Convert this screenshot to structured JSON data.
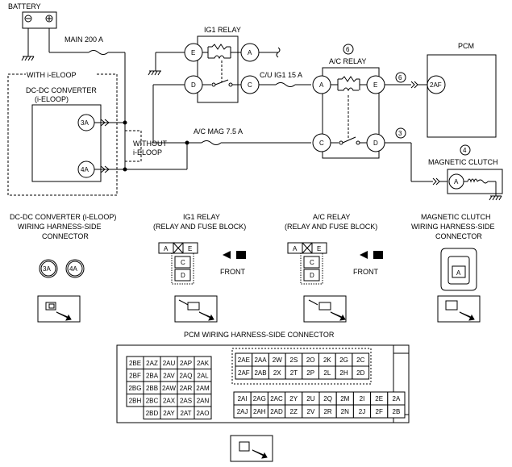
{
  "wiring": {
    "battery": "BATTERY",
    "fuse_main": "MAIN 200 A",
    "with_ieloop": "WITH i-ELOOP",
    "dcdc_line1": "DC-DC CONVERTER",
    "dcdc_line2": "(i-ELOOP)",
    "term_3a": "3A",
    "term_4a": "4A",
    "without_line1": "WITHOUT",
    "without_line2": "i-ELOOP",
    "ig1_relay": "IG1 RELAY",
    "fuse_cu_ig1": "C/U IG1 15 A",
    "fuse_ac_mag": "A/C MAG 7.5 A",
    "ac_relay": "A/C RELAY",
    "pcm": "PCM",
    "pcm_term": "2AF",
    "magnetic_clutch": "MAGNETIC CLUTCH",
    "circle_6_top": "6",
    "circle_6_right": "6",
    "circle_3": "3",
    "circle_4": "4",
    "pin_E": "E",
    "pin_A": "A",
    "pin_D": "D",
    "pin_C": "C"
  },
  "connectors": {
    "dcdc": {
      "line1": "DC-DC CONVERTER (i-ELOOP)",
      "line2": "WIRING HARNESS-SIDE",
      "line3": "CONNECTOR",
      "pins": [
        "3A",
        "4A"
      ]
    },
    "ig1": {
      "line1": "IG1 RELAY",
      "line2": "(RELAY AND FUSE BLOCK)",
      "front": "FRONT",
      "pins": [
        "A",
        "E",
        "C",
        "D"
      ]
    },
    "acrelay": {
      "line1": "A/C RELAY",
      "line2": "(RELAY AND FUSE BLOCK)",
      "front": "FRONT",
      "pins": [
        "A",
        "E",
        "C",
        "D"
      ]
    },
    "clutch": {
      "line1": "MAGNETIC CLUTCH",
      "line2": "WIRING HARNESS-SIDE",
      "line3": "CONNECTOR",
      "pin": "A"
    }
  },
  "pcm_connector": {
    "title": "PCM WIRING HARNESS-SIDE CONNECTOR",
    "left_rows": [
      [
        "2BE",
        "2AZ",
        "2AU",
        "2AP",
        "2AK"
      ],
      [
        "2BF",
        "2BA",
        "2AV",
        "2AQ",
        "2AL"
      ],
      [
        "2BG",
        "2BB",
        "2AW",
        "2AR",
        "2AM"
      ],
      [
        "2BH",
        "2BC",
        "2AX",
        "2AS",
        "2AN"
      ],
      [
        "",
        "2BD",
        "2AY",
        "2AT",
        "2AO"
      ]
    ],
    "top_right_rows": [
      [
        "2AE",
        "2AA",
        "2W",
        "2S",
        "2O",
        "2K",
        "2G",
        "2C"
      ],
      [
        "2AF",
        "2AB",
        "2X",
        "2T",
        "2P",
        "2L",
        "2H",
        "2D"
      ]
    ],
    "bottom_right_rows": [
      [
        "2AI",
        "2AG",
        "2AC",
        "2Y",
        "2U",
        "2Q",
        "2M",
        "2I",
        "2E",
        "2A"
      ],
      [
        "2AJ",
        "2AH",
        "2AD",
        "2Z",
        "2V",
        "2R",
        "2N",
        "2J",
        "2F",
        "2B"
      ]
    ]
  }
}
